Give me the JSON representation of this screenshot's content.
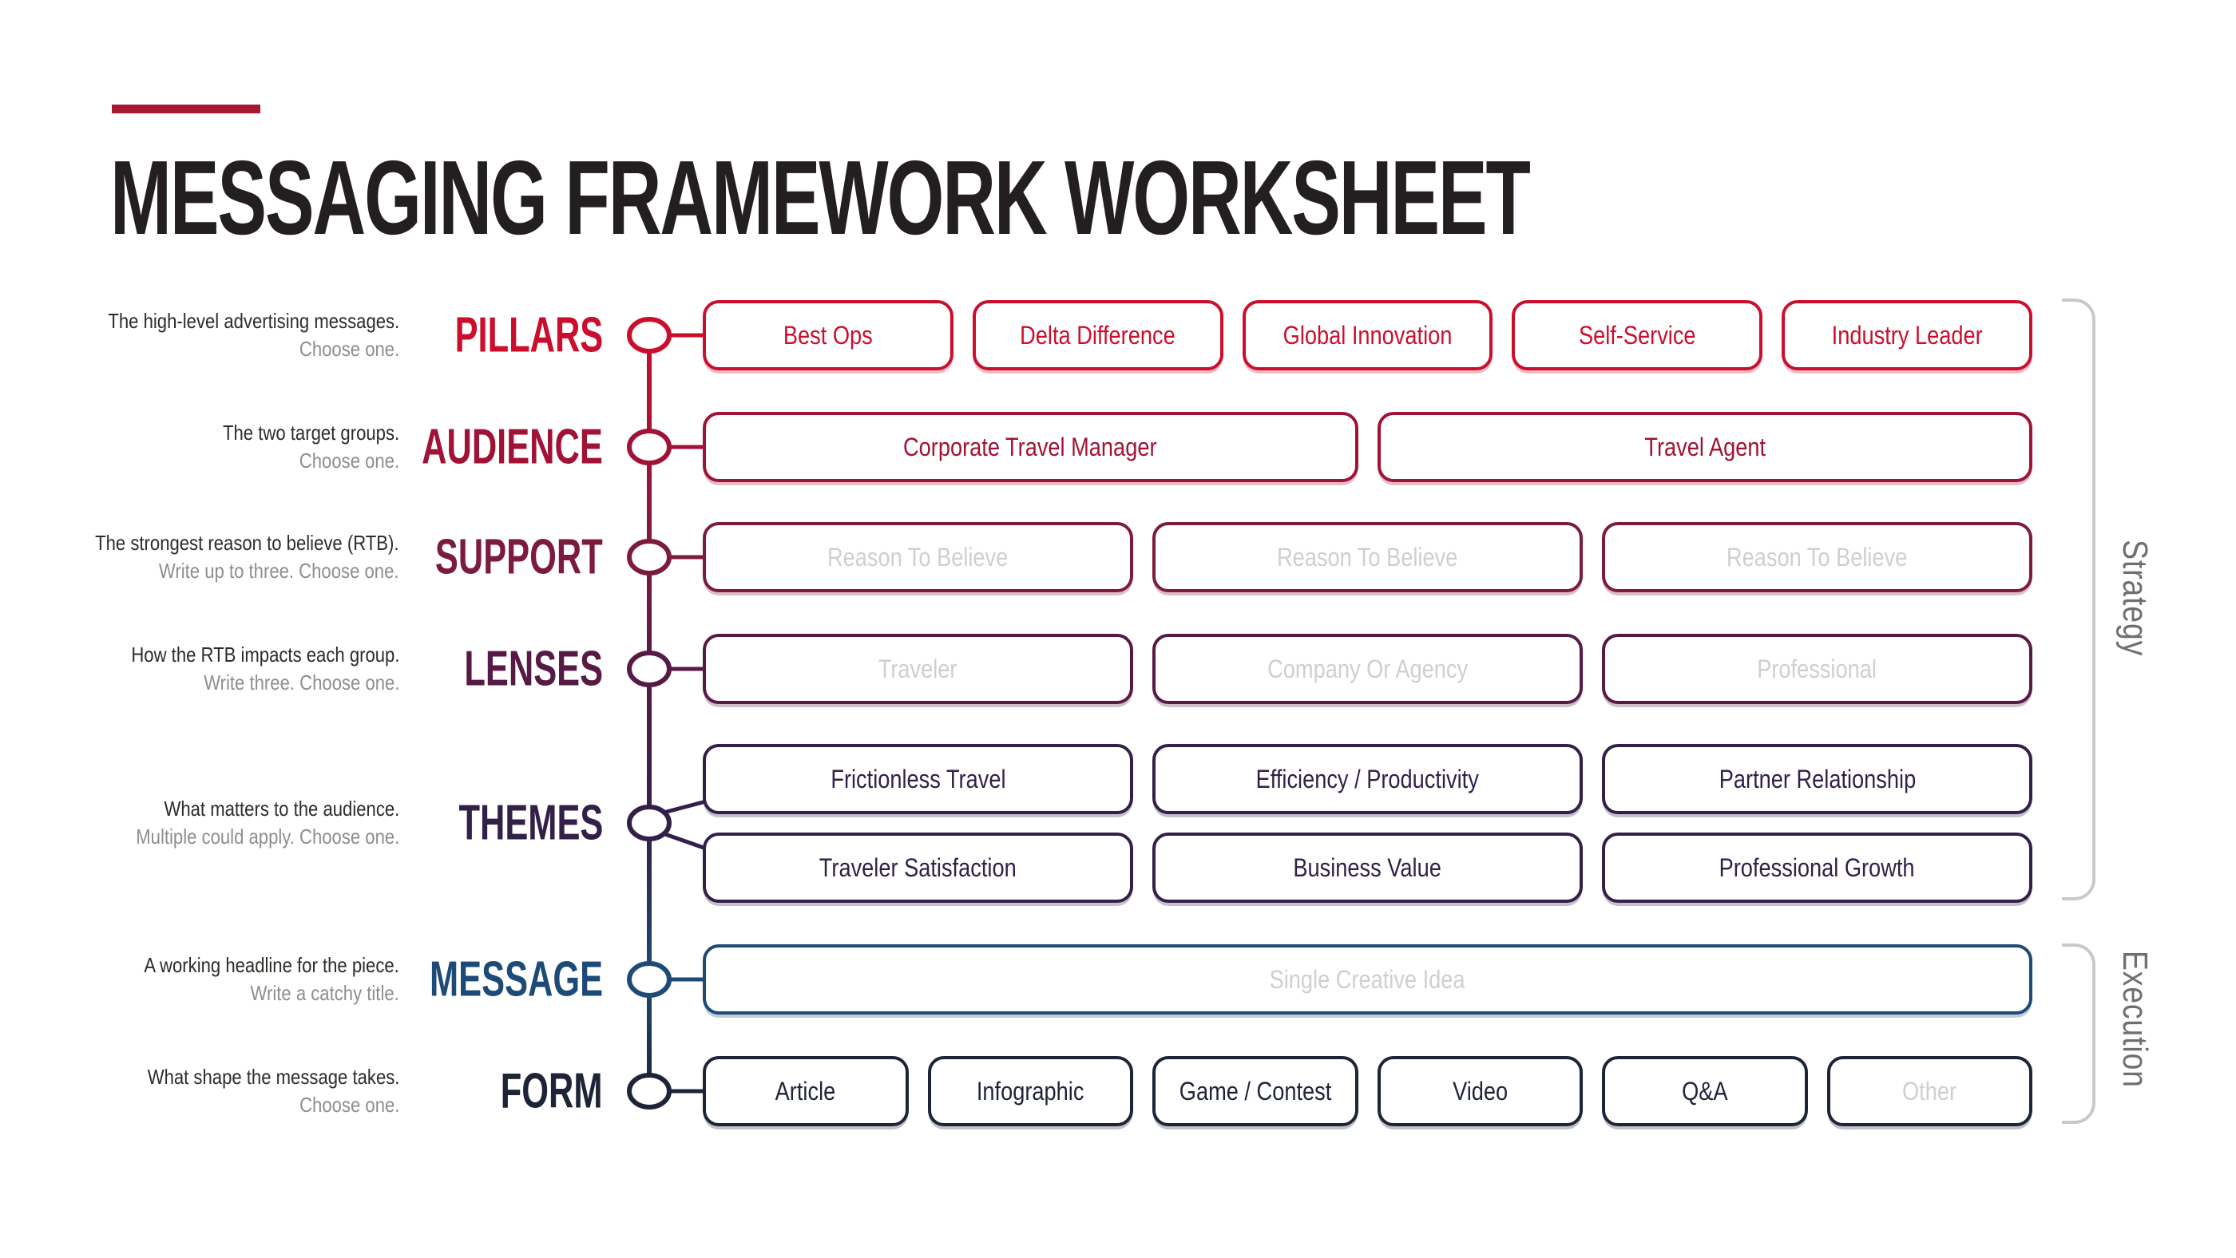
{
  "title": "MESSAGING FRAMEWORK WORKSHEET",
  "accent_color": "#a6192e",
  "title_color": "#231f20",
  "bracket_color": "#c9c9c9",
  "bracket_label_color": "#6f6f6f",
  "placeholder_color": "#cdcfd2",
  "brackets": {
    "strategy": "Strategy",
    "execution": "Execution"
  },
  "rows": [
    {
      "id": "pillars",
      "label": "PILLARS",
      "desc_main": "The high-level advertising messages.",
      "desc_sub": "Choose one.",
      "color": "#cb0e2c",
      "box_rows": [
        [
          {
            "text": "Best Ops",
            "muted": false
          },
          {
            "text": "Delta Difference",
            "muted": false
          },
          {
            "text": "Global Innovation",
            "muted": false
          },
          {
            "text": "Self-Service",
            "muted": false
          },
          {
            "text": "Industry Leader",
            "muted": false
          }
        ]
      ]
    },
    {
      "id": "audience",
      "label": "AUDIENCE",
      "desc_main": "The two target groups.",
      "desc_sub": "Choose one.",
      "color": "#a01336",
      "box_rows": [
        [
          {
            "text": "Corporate Travel Manager",
            "muted": false
          },
          {
            "text": "Travel Agent",
            "muted": false
          }
        ]
      ]
    },
    {
      "id": "support",
      "label": "SUPPORT",
      "desc_main": "The strongest reason to believe (RTB).",
      "desc_sub": "Write up to three. Choose one.",
      "color": "#7c1a40",
      "box_rows": [
        [
          {
            "text": "Reason To Believe",
            "muted": true
          },
          {
            "text": "Reason To Believe",
            "muted": true
          },
          {
            "text": "Reason To Believe",
            "muted": true
          }
        ]
      ]
    },
    {
      "id": "lenses",
      "label": "LENSES",
      "desc_main": "How the RTB impacts each group.",
      "desc_sub": "Write three. Choose one.",
      "color": "#571a44",
      "box_rows": [
        [
          {
            "text": "Traveler",
            "muted": true
          },
          {
            "text": "Company Or Agency",
            "muted": true
          },
          {
            "text": "Professional",
            "muted": true
          }
        ]
      ]
    },
    {
      "id": "themes",
      "label": "THEMES",
      "desc_main": "What matters to the audience.",
      "desc_sub": "Multiple could apply. Choose one.",
      "color": "#322049",
      "box_rows": [
        [
          {
            "text": "Frictionless Travel",
            "muted": false
          },
          {
            "text": "Efficiency / Productivity",
            "muted": false
          },
          {
            "text": "Partner Relationship",
            "muted": false
          }
        ],
        [
          {
            "text": "Traveler Satisfaction",
            "muted": false
          },
          {
            "text": "Business Value",
            "muted": false
          },
          {
            "text": "Professional Growth",
            "muted": false
          }
        ]
      ]
    },
    {
      "id": "message",
      "label": "MESSAGE",
      "desc_main": "A working headline for the piece.",
      "desc_sub": "Write a catchy title.",
      "color": "#1d4a77",
      "box_rows": [
        [
          {
            "text": "Single Creative Idea",
            "muted": true
          }
        ]
      ]
    },
    {
      "id": "form",
      "label": "FORM",
      "desc_main": "What shape the message takes.",
      "desc_sub": "Choose one.",
      "color": "#1e2438",
      "box_rows": [
        [
          {
            "text": "Article",
            "muted": false
          },
          {
            "text": "Infographic",
            "muted": false
          },
          {
            "text": "Game / Contest",
            "muted": false
          },
          {
            "text": "Video",
            "muted": false
          },
          {
            "text": "Q&A",
            "muted": false
          },
          {
            "text": "Other",
            "muted": true
          }
        ]
      ]
    }
  ]
}
